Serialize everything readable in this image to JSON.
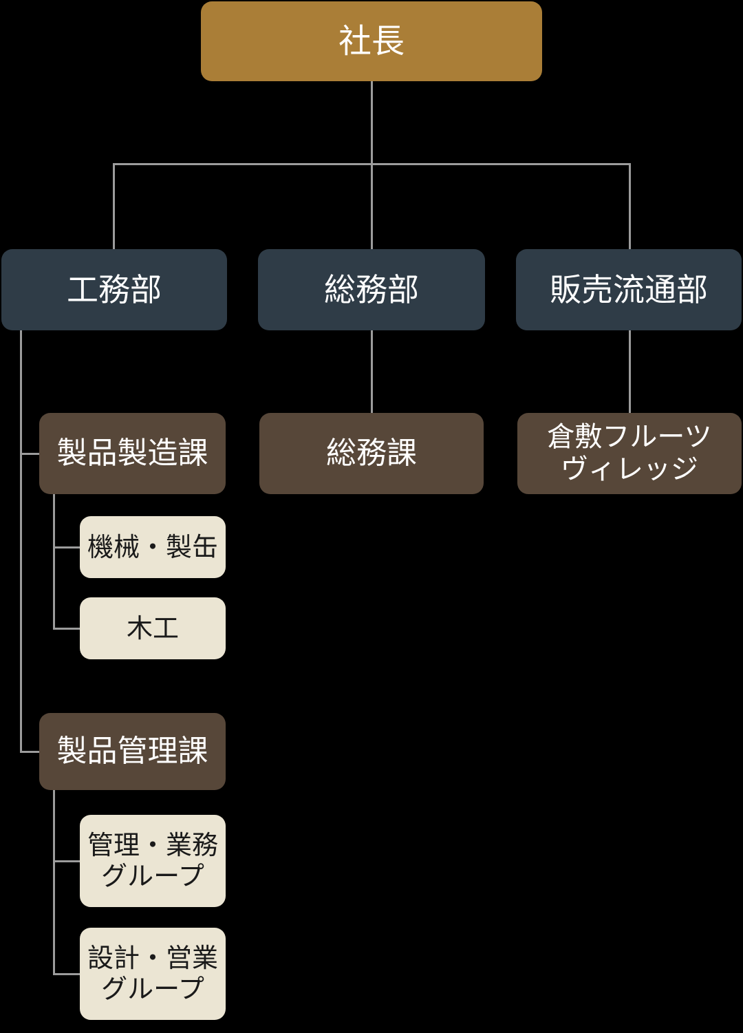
{
  "org": {
    "president": {
      "label": "社長"
    },
    "departments": {
      "koumu": {
        "label": "工務部"
      },
      "soumu": {
        "label": "総務部"
      },
      "hanbai": {
        "label": "販売流通部"
      }
    },
    "sections": {
      "seizou": {
        "label": "製品製造課"
      },
      "soumuka": {
        "label": "総務課"
      },
      "kurashiki": {
        "label_line1": "倉敷フルーツ",
        "label_line2": "ヴィレッジ"
      },
      "kanri": {
        "label": "製品管理課"
      }
    },
    "groups": {
      "kikai": {
        "label": "機械・製缶"
      },
      "mokkou": {
        "label": "木工"
      },
      "kanri_gyoumu": {
        "label_line1": "管理・業務",
        "label_line2": "グループ"
      },
      "sekkei_eigyou": {
        "label_line1": "設計・営業",
        "label_line2": "グループ"
      }
    }
  },
  "colors": {
    "background": "#000000",
    "president_box": "#AA7E37",
    "department_box": "#2F3C47",
    "section_box": "#574739",
    "group_box": "#EBE5D3",
    "connector_line": "#9C9C9C",
    "text_on_dark": "#FFFFFF",
    "text_on_light": "#1A1A1A"
  }
}
